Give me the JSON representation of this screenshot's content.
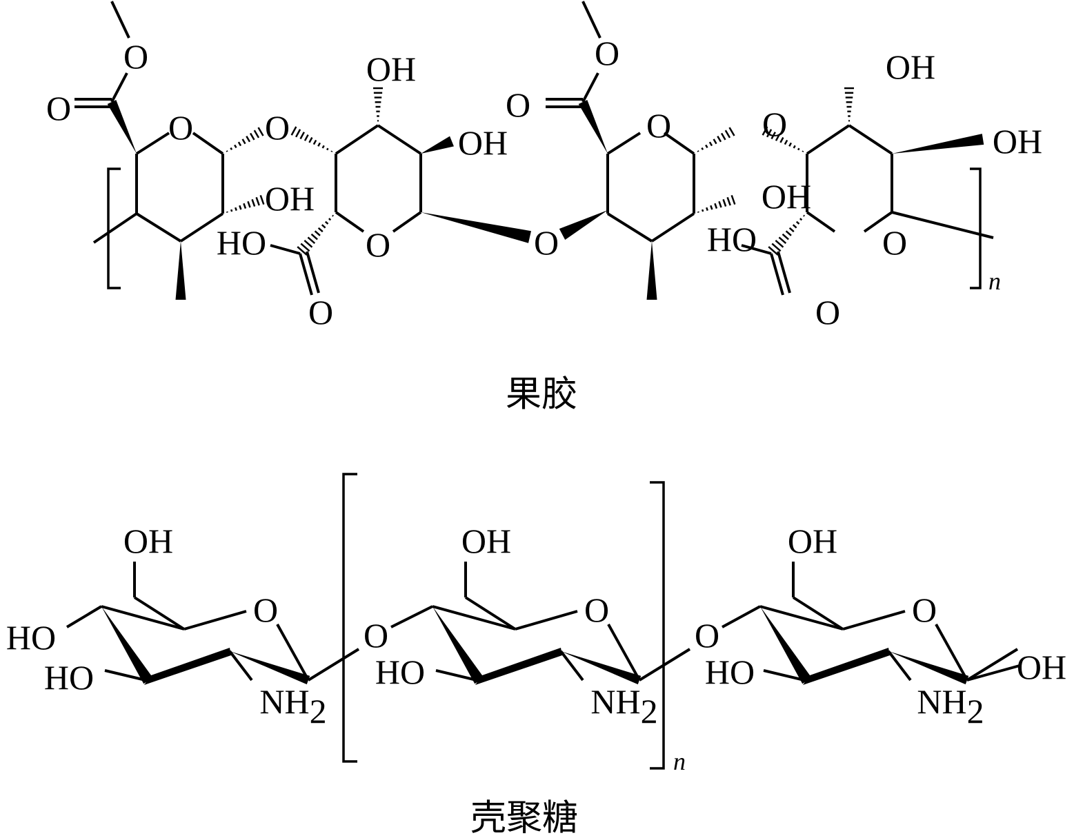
{
  "pectin": {
    "name": "果胶",
    "repeat": "n",
    "atoms": [
      "O",
      "O",
      "O",
      "O",
      "OH",
      "HO",
      "O",
      "O",
      "OH",
      "OH",
      "O",
      "O",
      "O",
      "O",
      "OH",
      "HO",
      "O",
      "O",
      "O",
      "OH",
      "OH"
    ]
  },
  "chitosan": {
    "name": "壳聚糖",
    "repeat": "n",
    "units": [
      {
        "oh6": "OH",
        "ring_o": "O",
        "ho4": "HO",
        "ho3": "HO",
        "nh_main": "NH",
        "nh_sub": "2"
      },
      {
        "oh6": "OH",
        "ring_o": "O",
        "ho3": "HO",
        "nh_main": "NH",
        "nh_sub": "2"
      },
      {
        "oh6": "OH",
        "ring_o": "O",
        "ho3": "HO",
        "nh_main": "NH",
        "nh_sub": "2",
        "oh1": "OH"
      }
    ],
    "links": [
      "O",
      "O"
    ]
  }
}
